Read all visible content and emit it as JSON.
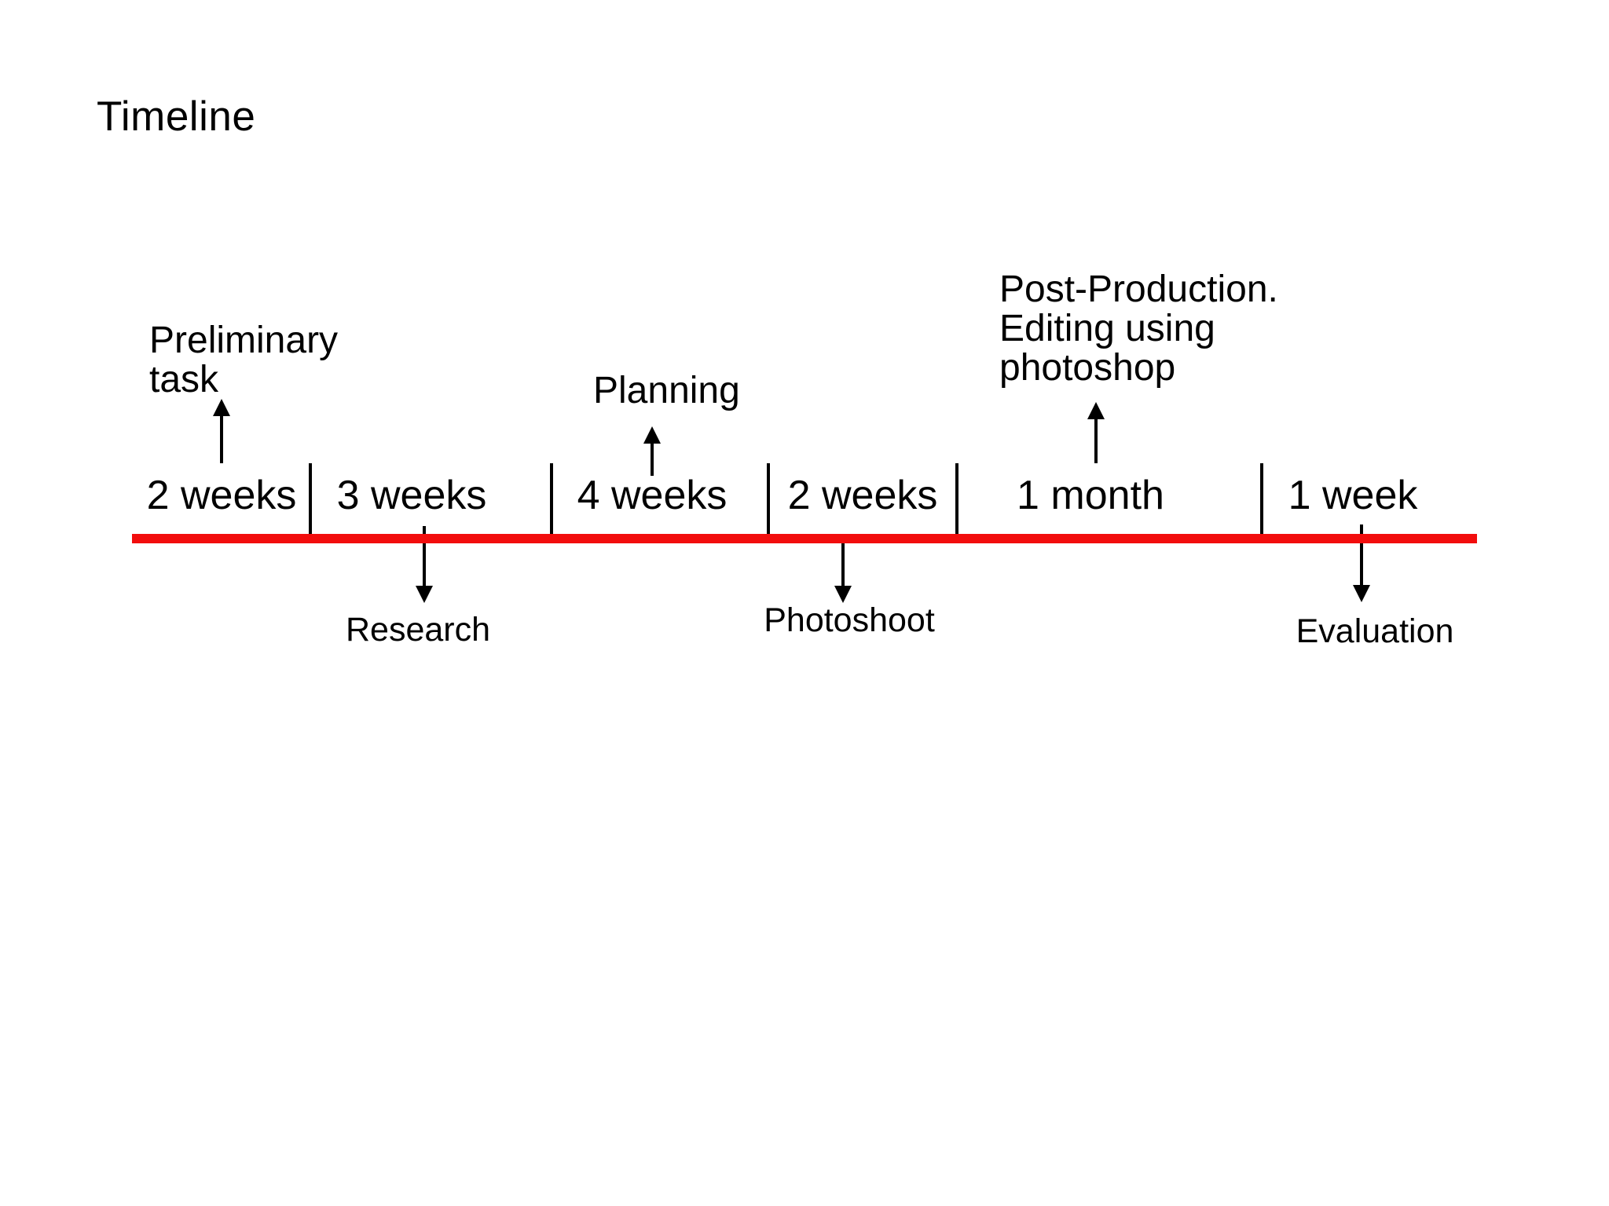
{
  "title": {
    "text": "Timeline"
  },
  "timeline": {
    "axis_color": "#f20d0d",
    "text_color": "#000000",
    "durations": [
      "2 weeks",
      "3 weeks",
      "4 weeks",
      "2 weeks",
      "1 month",
      "1 week"
    ],
    "events_above": [
      {
        "text": "Preliminary\ntask",
        "points_to_segment": "2 weeks"
      },
      {
        "text": "Planning",
        "points_to_segment": "4 weeks"
      },
      {
        "text": "Post-Production.\nEditing using\nphotoshop",
        "points_to_segment": "1 month"
      }
    ],
    "events_below": [
      {
        "text": "Research",
        "points_to_segment": "3 weeks"
      },
      {
        "text": "Photoshoot",
        "points_to_segment": "2 weeks"
      },
      {
        "text": "Evaluation",
        "points_to_segment": "1 week"
      }
    ]
  }
}
